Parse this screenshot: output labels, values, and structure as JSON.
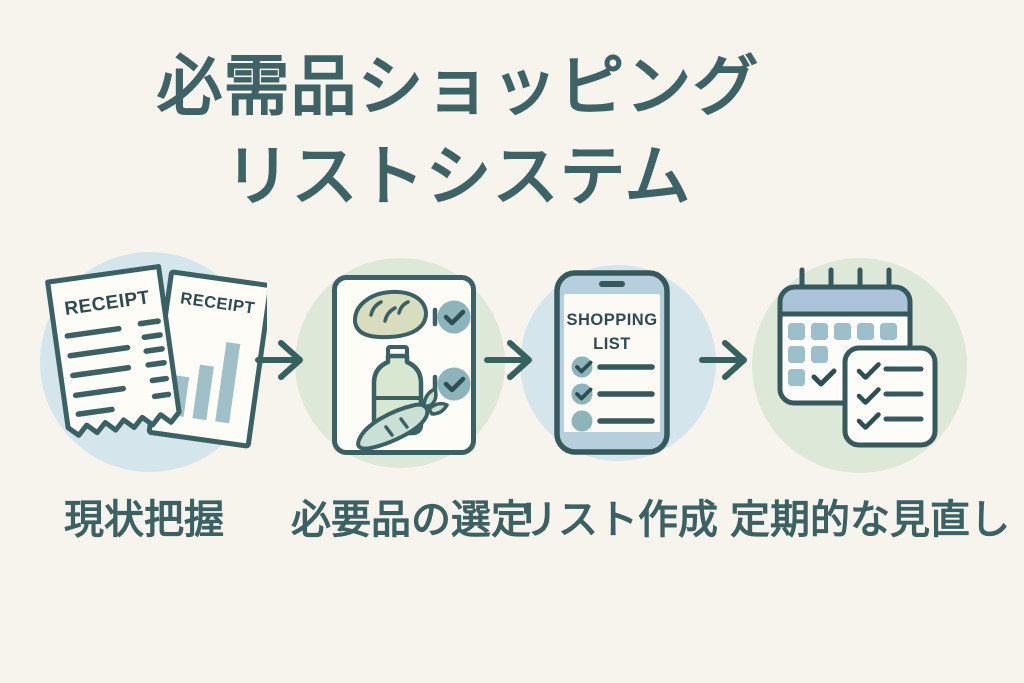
{
  "title": {
    "line1": "必需品ショッピング",
    "line2": "リストシステム"
  },
  "steps": [
    {
      "label": "現状把握",
      "icon": "receipts-icon"
    },
    {
      "label": "必要品の選定",
      "icon": "grocery-selection-icon"
    },
    {
      "label": "リスト作成",
      "icon": "phone-shopping-list-icon"
    },
    {
      "label": "定期的な見直し",
      "icon": "calendar-review-icon"
    }
  ],
  "icon_text": {
    "receipt_front_title": "RECEIPT",
    "receipt_back_title": "RECEIPT",
    "phone_title_line1": "SHOPPING",
    "phone_title_line2": "LIST"
  },
  "colors": {
    "background": "#f7f4ee",
    "title_text": "#3e6366",
    "label_text": "#3b6163",
    "outline_teal": "#3a6163",
    "circle_blue": "#d4e6ec",
    "circle_green": "#dde8d8",
    "check_circle_teal": "#8cb4ba",
    "bar_chart_teal": "#9fbfc9",
    "phone_frame_blue": "#b7cfdc",
    "calendar_header_blue": "#abc4da",
    "calendar_square_teal": "#9cc0cb",
    "bread_fill": "#d8ddbe",
    "bottle_fill": "#d7e7d1",
    "carrot_fill": "#cbe0d4",
    "card_white": "#fdfcf7"
  }
}
